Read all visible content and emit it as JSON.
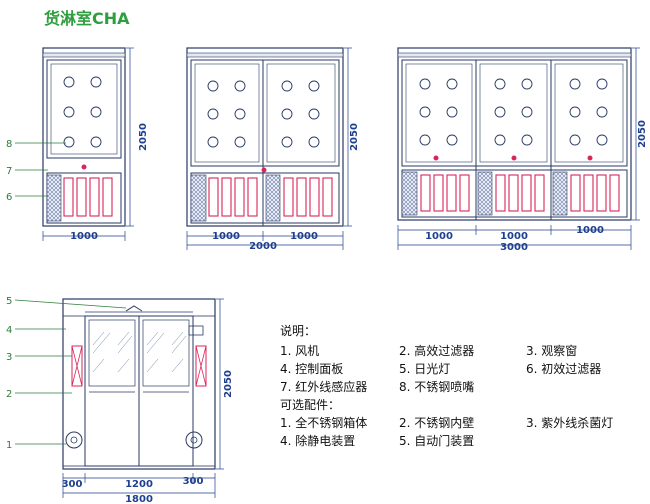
{
  "title": "货淋室CHA",
  "callouts_front": [
    "8",
    "7",
    "6"
  ],
  "callouts_plan": [
    "5",
    "4",
    "3",
    "2",
    "1"
  ],
  "dimensions": {
    "height": "2050",
    "unit_width": "1000",
    "total_2": "2000",
    "total_3": "3000",
    "plan_side": "300",
    "plan_mid": "1200",
    "plan_side_r": "300",
    "plan_total": "1800"
  },
  "legend": {
    "heading": "说明：",
    "items": [
      "1. 风机",
      "2. 高效过滤器",
      "3. 观察窗",
      "4. 控制面板",
      "5. 日光灯",
      "6. 初效过滤器",
      "7. 红外线感应器",
      "8. 不锈钢喷嘴"
    ],
    "options_heading": "可选配件：",
    "options": [
      "1. 全不锈钢箱体",
      "2. 不锈钢内壁",
      "3. 紫外线杀菌灯",
      "4. 除静电装置",
      "5. 自动门装置"
    ]
  },
  "colors": {
    "title": "#2e9e3e",
    "dimension": "#1f3f8f",
    "callout": "#2e7d3a",
    "outline": "#2a3a66",
    "filter": "#d8265a"
  }
}
